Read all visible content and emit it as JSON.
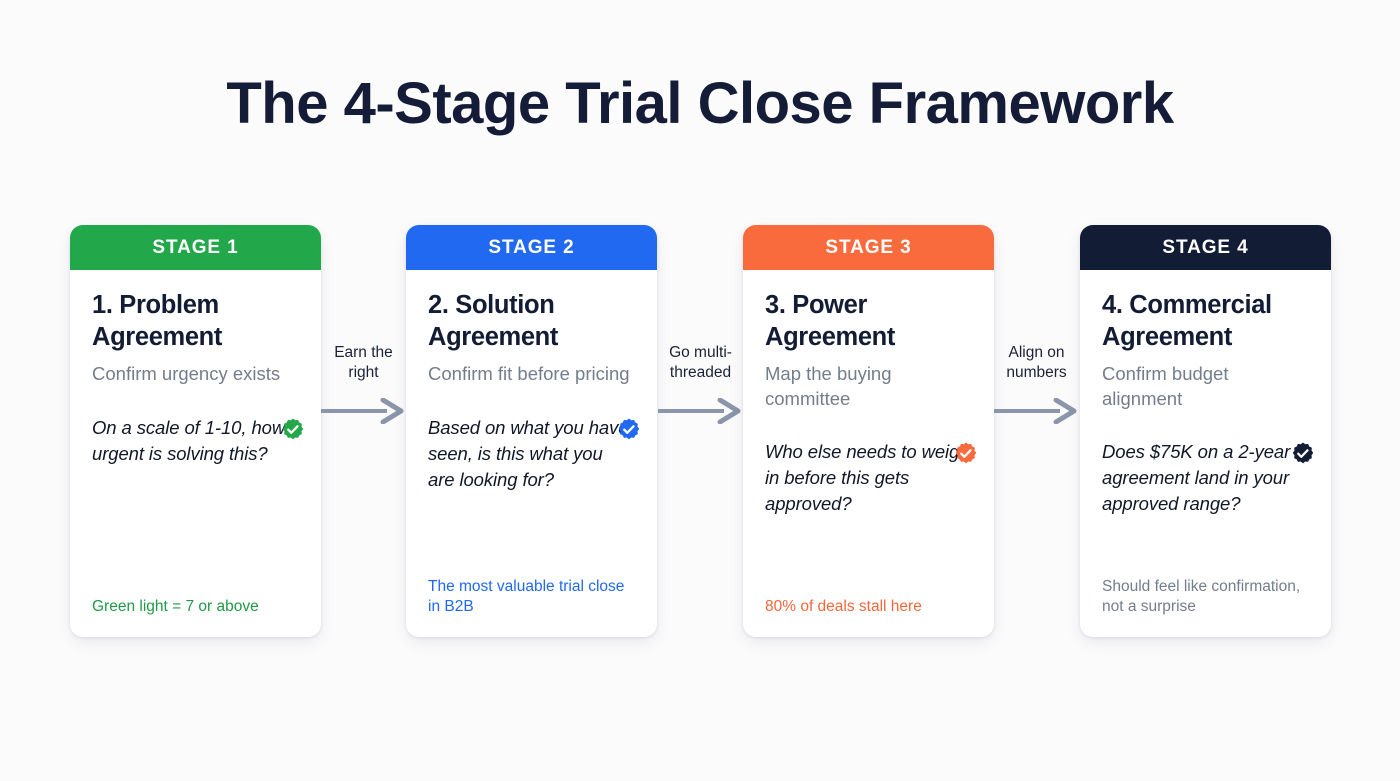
{
  "page": {
    "title": "The 4-Stage Trial Close Framework",
    "background_color": "#fbfbfc",
    "title_color": "#141c38"
  },
  "stages": [
    {
      "header": "STAGE 1",
      "title": "1. Problem Agreement",
      "subtitle": "Confirm urgency exists",
      "question": "On a scale of 1-10, how urgent is solving this?",
      "footer": "Green light = 7 or above",
      "accent_color": "#22a84a",
      "footer_color": "#1f9a46",
      "badge_icon": "verified-check-badge-green"
    },
    {
      "header": "STAGE 2",
      "title": "2. Solution Agreement",
      "subtitle": "Confirm fit before pricing",
      "question": "Based on what you have seen, is this what you are looking for?",
      "footer": "The most valuable trial close in B2B",
      "accent_color": "#2069f0",
      "footer_color": "#2069f0",
      "badge_icon": "verified-check-badge-blue"
    },
    {
      "header": "STAGE 3",
      "title": "3. Power Agreement",
      "subtitle": "Map the buying committee",
      "question": "Who else needs to weigh in before this gets approved?",
      "footer": "80% of deals stall here",
      "accent_color": "#f96b3c",
      "footer_color": "#f2683a",
      "badge_icon": "verified-check-badge-orange"
    },
    {
      "header": "STAGE 4",
      "title": "4. Commercial Agreement",
      "subtitle": "Confirm budget alignment",
      "question": "Does $75K on a 2-year agreement land in your approved range?",
      "footer": "Should feel like confirmation, not a surprise",
      "accent_color": "#131c35",
      "footer_color": "#737d8c",
      "badge_icon": "verified-check-badge-navy"
    }
  ],
  "connectors": [
    {
      "label": "Earn the right",
      "icon": "arrow-right-icon",
      "color": "#8b96aa"
    },
    {
      "label": "Go multi-threaded",
      "icon": "arrow-right-icon",
      "color": "#8b96aa"
    },
    {
      "label": "Align on numbers",
      "icon": "arrow-right-icon",
      "color": "#8b96aa"
    }
  ]
}
